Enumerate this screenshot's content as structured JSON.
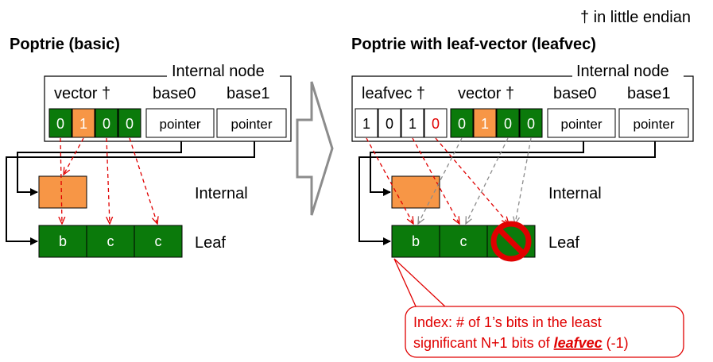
{
  "note": "† in little endian",
  "left": {
    "title": "Poptrie (basic)",
    "internal_node_label": "Internal node",
    "vector_label": "vector †",
    "base0_label": "base0",
    "base1_label": "base1",
    "vector_bits": [
      "0",
      "1",
      "0",
      "0"
    ],
    "pointer0": "pointer",
    "pointer1": "pointer",
    "internal_label": "Internal",
    "leaf_label": "Leaf",
    "leaf_cells": [
      "b",
      "c",
      "c"
    ]
  },
  "right": {
    "title": "Poptrie with leaf-vector (leafvec)",
    "internal_node_label": "Internal node",
    "leafvec_label": "leafvec †",
    "vector_label": "vector †",
    "base0_label": "base0",
    "base1_label": "base1",
    "leafvec_bits": [
      "1",
      "0",
      "1",
      "0"
    ],
    "vector_bits": [
      "0",
      "1",
      "0",
      "0"
    ],
    "pointer0": "pointer",
    "pointer1": "pointer",
    "internal_label": "Internal",
    "leaf_label": "Leaf",
    "leaf_cells": [
      "b",
      "c"
    ]
  },
  "callout": {
    "line1": "Index: # of 1’s bits in the least",
    "line2_prefix": "significant N+1 bits of ",
    "line2_emph": "leafvec",
    "line2_suffix": " (-1)"
  },
  "colors": {
    "green": "#0b7a0b",
    "orange": "#f79646",
    "red": "#e00000",
    "gray_arrow": "#8c8c8c"
  }
}
